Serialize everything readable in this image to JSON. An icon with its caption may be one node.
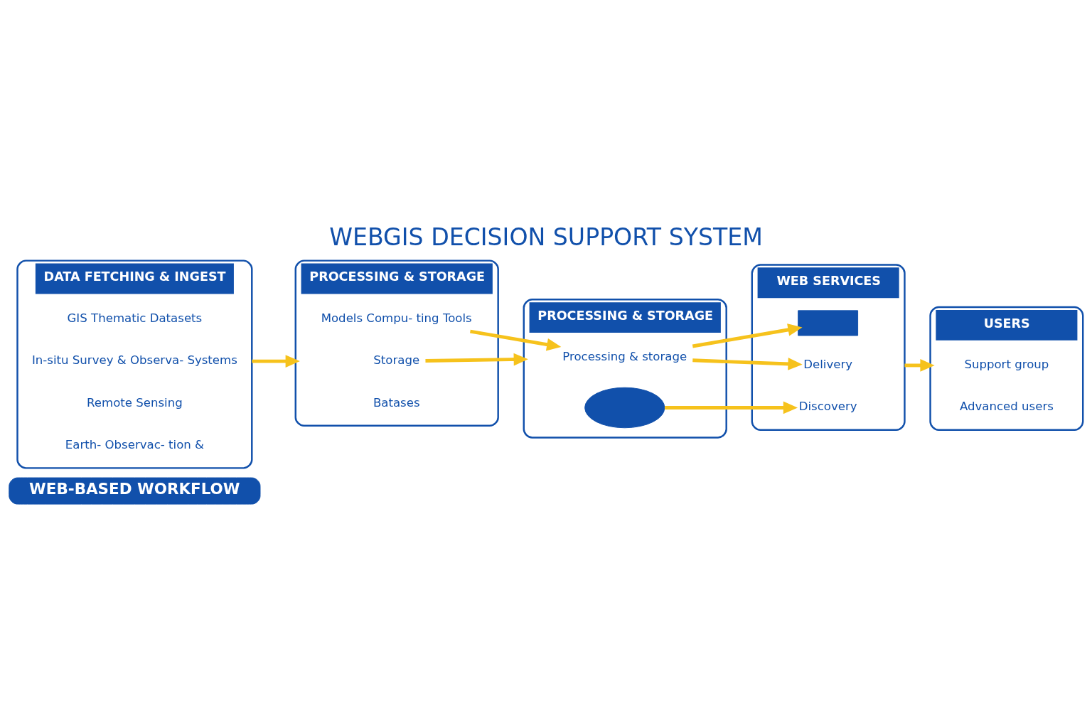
{
  "diagram": {
    "title": "WEBGIS DECISION SUPPORT SYSTEM",
    "nodes": [
      {
        "text": [
          "WEB-BASED WORKFLOW"
        ]
      },
      {
        "text": [
          "DATA FETCHING & INGEST"
        ]
      },
      {
        "text": [
          "Earth- Observac- tion &"
        ],
        "in": 1
      },
      {
        "text": [
          "Remote Sensing"
        ],
        "in": 1
      },
      {
        "text": [
          "In-situ Survey & Observa- Systems"
        ],
        "in": 1
      },
      {
        "text": [
          "GIS Thematic Datasets"
        ],
        "in": 1
      },
      {
        "text": [
          "PROCESSING & STORAGE"
        ]
      },
      {
        "text": [
          "Batases"
        ],
        "in": 6
      },
      {
        "text": [
          "Storage"
        ],
        "in": 6
      },
      {
        "text": [
          "Models Compu- ting Tools"
        ],
        "in": 6
      },
      {
        "text": [
          "PROCESSING & STORAGE"
        ]
      },
      {
        "text": [],
        "shape": "cloud",
        "in": 10
      },
      {
        "text": [
          "Processing & storage"
        ],
        "in": 10
      },
      {
        "text": [
          "WEB SERVICES"
        ]
      },
      {
        "text": [
          "Discovery"
        ],
        "in": 13
      },
      {
        "text": [
          "Delivery"
        ],
        "in": 13
      },
      {
        "text": [],
        "shape": "box",
        "in": 13
      },
      {
        "text": [
          "USERS"
        ]
      },
      {
        "text": [
          "Advanced users"
        ],
        "in": 17
      },
      {
        "text": [
          "Support group"
        ],
        "in": 17
      }
    ],
    "edges": [
      {
        "from": 1,
        "to": 6,
        "arrow": "to"
      },
      {
        "from": 8,
        "to": 10,
        "arrow": "to"
      },
      {
        "from": 9,
        "to": 12,
        "arrow": "to"
      },
      {
        "from": 11,
        "to": 14,
        "arrow": "to"
      },
      {
        "from": 12,
        "to": 15,
        "arrow": "to"
      },
      {
        "from": 12,
        "to": 16,
        "arrow": "to"
      },
      {
        "from": 13,
        "to": 17,
        "arrow": "to"
      }
    ]
  }
}
